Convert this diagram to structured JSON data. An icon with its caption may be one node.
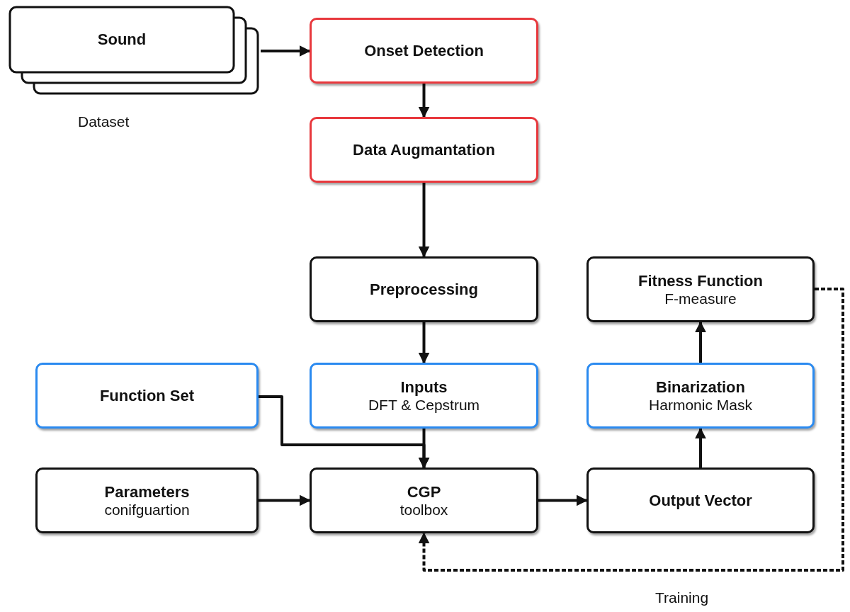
{
  "diagram": {
    "nodes": [
      {
        "text": [
          "Sound"
        ],
        "beside": [
          "Dataset"
        ]
      },
      {
        "text": [
          "Onset Detection"
        ]
      },
      {
        "text": [
          "Data Augmantation"
        ]
      },
      {
        "text": [
          "Preprocessing"
        ]
      },
      {
        "text": [
          "Fitness Function",
          "F-measure"
        ]
      },
      {
        "text": [
          "Function Set"
        ]
      },
      {
        "text": [
          "Inputs",
          "DFT & Cepstrum"
        ]
      },
      {
        "text": [
          "Binarization",
          "Harmonic Mask"
        ]
      },
      {
        "text": [
          "Parameters",
          "conifguartion"
        ]
      },
      {
        "text": [
          "CGP",
          "toolbox"
        ]
      },
      {
        "text": [
          "Output Vector"
        ]
      }
    ],
    "edges": [
      {
        "from": 0,
        "to": 1,
        "arrow": "to"
      },
      {
        "from": 1,
        "to": 2,
        "arrow": "to"
      },
      {
        "from": 2,
        "to": 3,
        "arrow": "to"
      },
      {
        "from": 3,
        "to": 6,
        "arrow": "to"
      },
      {
        "from": 5,
        "to": 9,
        "arrow": "to"
      },
      {
        "from": 6,
        "to": 9,
        "arrow": "to"
      },
      {
        "from": 8,
        "to": 9,
        "arrow": "to"
      },
      {
        "from": 9,
        "to": 10,
        "arrow": "to"
      },
      {
        "from": 10,
        "to": 7,
        "arrow": "to"
      },
      {
        "from": 7,
        "to": 4,
        "arrow": "to"
      },
      {
        "from": 4,
        "to": 9,
        "arrow": "to",
        "style": "dashed",
        "label": "Training"
      }
    ]
  }
}
